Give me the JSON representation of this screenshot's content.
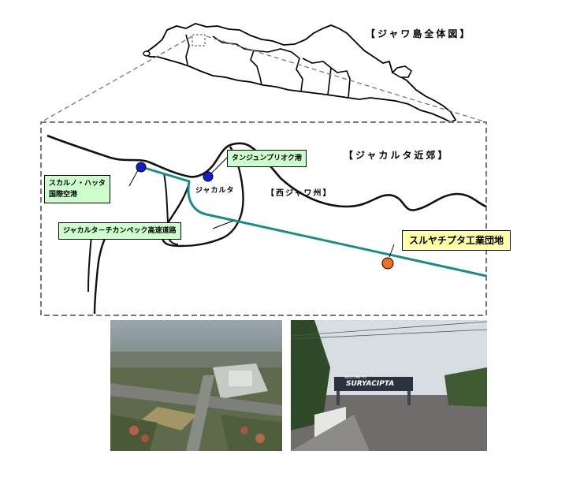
{
  "java_map": {
    "title": "【ジャワ島全体図】"
  },
  "detail_map": {
    "title": "【ジャカルタ近郊】",
    "province_label": "【西ジャワ州】",
    "city_label": "ジャカルタ",
    "callouts": {
      "airport": "スカルノ・ハッタ\n国際空港",
      "port": "タンジュンプリオク港",
      "expressway": "ジャカルタ－チカンペック高速道路",
      "industrial_estate": "スルヤチプタ工業団地"
    },
    "colors": {
      "expressway": "#1a8c8c",
      "airport_marker": "#1020d0",
      "port_marker": "#1020d0",
      "industrial_marker": "#f07020",
      "callout_green": "#ccffcc",
      "callout_yellow": "#ffffa6"
    }
  },
  "photos": {
    "left": "aerial view of highway interchange and industrial area",
    "right": {
      "gate_text": "WELCOME TO",
      "gate_name": "SURYACIPTA"
    }
  }
}
